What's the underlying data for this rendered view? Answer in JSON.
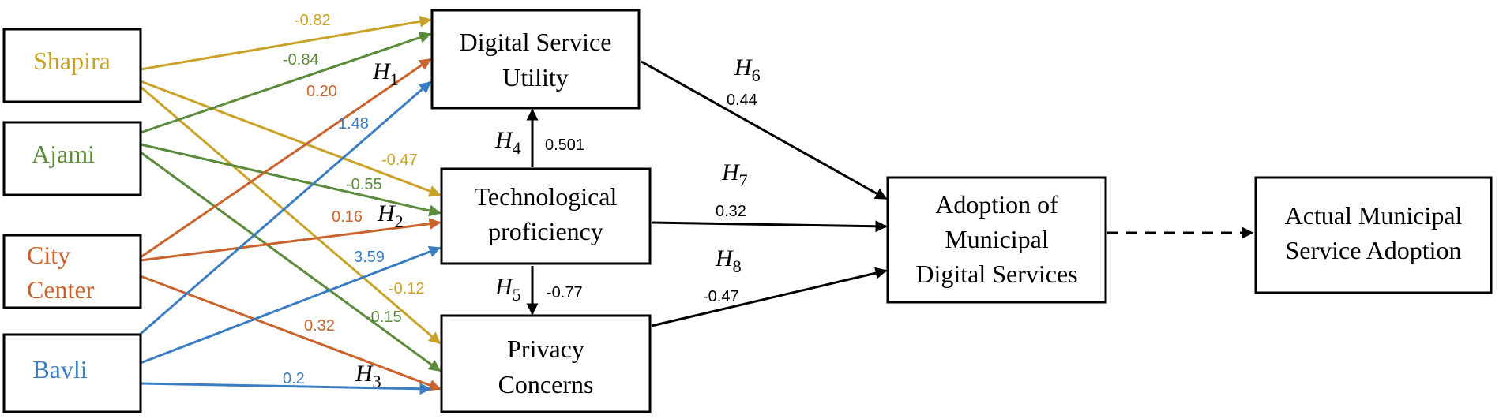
{
  "colors": {
    "Shapira": "#C9A227",
    "Ajami": "#5A8A3A",
    "City Center": "#C9622B",
    "Bavli": "#3A7DC0",
    "main": "#000000"
  },
  "nodes": {
    "shapira": "Shapira",
    "ajami": "Ajami",
    "city_center_1": "City",
    "city_center_2": "Center",
    "bavli": "Bavli",
    "dsu_1": "Digital Service",
    "dsu_2": "Utility",
    "tp_1": "Technological",
    "tp_2": "proficiency",
    "pc_1": "Privacy",
    "pc_2": "Concerns",
    "adopt_1": "Adoption of",
    "adopt_2": "Municipal",
    "adopt_3": "Digital Services",
    "actual_1": "Actual Municipal",
    "actual_2": "Service Adoption"
  },
  "hypotheses": {
    "h1": "H",
    "h1_sub": "1",
    "h2": "H",
    "h2_sub": "2",
    "h3": "H",
    "h3_sub": "3",
    "h4": "H",
    "h4_sub": "4",
    "h5": "H",
    "h5_sub": "5",
    "h6": "H",
    "h6_sub": "6",
    "h7": "H",
    "h7_sub": "7",
    "h8": "H",
    "h8_sub": "8"
  },
  "coefficients": {
    "shapira_dsu": "-0.82",
    "ajami_dsu": "-0.84",
    "city_dsu": "0.20",
    "bavli_dsu": "1.48",
    "shapira_tp": "-0.47",
    "ajami_tp": "-0.55",
    "city_tp": "0.16",
    "bavli_tp": "3.59",
    "shapira_pc": "-0.12",
    "ajami_pc": "-0.15",
    "city_pc": "0.32",
    "bavli_pc": "0.2",
    "tp_dsu": "0.501",
    "tp_pc": "-0.77",
    "dsu_adopt": "0.44",
    "tp_adopt": "0.32",
    "pc_adopt": "-0.47"
  }
}
